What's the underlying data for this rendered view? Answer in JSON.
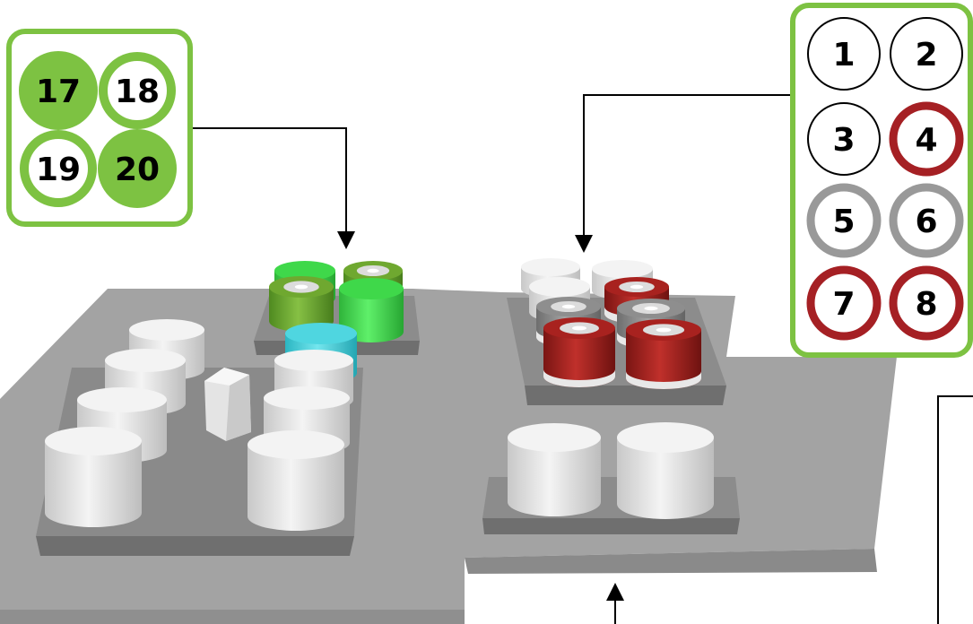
{
  "legend_green": {
    "border_color": "#7dc242",
    "wells": [
      {
        "label": "17",
        "style": "filled"
      },
      {
        "label": "18",
        "style": "ring"
      },
      {
        "label": "19",
        "style": "ring"
      },
      {
        "label": "20",
        "style": "filled"
      }
    ]
  },
  "legend_numbered": {
    "border_color": "#7dc242",
    "wells": [
      {
        "label": "1",
        "style": "plain"
      },
      {
        "label": "2",
        "style": "plain"
      },
      {
        "label": "3",
        "style": "plain"
      },
      {
        "label": "4",
        "style": "red"
      },
      {
        "label": "5",
        "style": "gray"
      },
      {
        "label": "6",
        "style": "gray"
      },
      {
        "label": "7",
        "style": "red"
      },
      {
        "label": "8",
        "style": "red"
      }
    ]
  },
  "colors": {
    "green": "#7dc242",
    "red": "#a52024",
    "gray": "#999999",
    "cap_green_bright": "#3fd84a",
    "cap_green_olive": "#6fa830",
    "cap_cyan": "#4fd6e0",
    "cap_red": "#a8221f",
    "cap_gray": "#8e8e8e",
    "cap_white": "#e6e6e6",
    "platform": "#9e9e9e",
    "platform_dark": "#7e7e7e"
  }
}
